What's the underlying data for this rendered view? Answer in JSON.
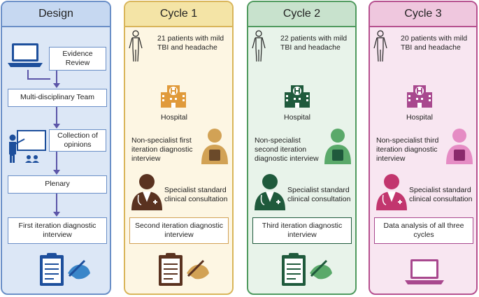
{
  "design": {
    "title": "Design",
    "steps": {
      "evidence_review": "Evidence Review",
      "team": "Multi-disciplinary Team",
      "opinions": "Collection of opinions",
      "plenary": "Plenary",
      "first_iteration": "First iteration diagnostic interview"
    }
  },
  "cycles": [
    {
      "title": "Cycle 1",
      "patients": "21 patients with mild TBI and headache",
      "hospital": "Hospital",
      "nonspecialist": "Non-specialist first iteration diagnostic interview",
      "specialist": "Specialist standard clinical consultation",
      "result": "Second iteration diagnostic interview",
      "accent": "#d2a255"
    },
    {
      "title": "Cycle 2",
      "patients": "22 patients with mild TBI and headache",
      "hospital": "Hospital",
      "nonspecialist": "Non-specialist second iteration diagnostic interview",
      "specialist": "Specialist standard clinical consultation",
      "result": "Third iteration diagnostic interview",
      "accent": "#5aa96a"
    },
    {
      "title": "Cycle 3",
      "patients": "20 patients with mild TBI and headache",
      "hospital": "Hospital",
      "nonspecialist": "Non-specialist third iteration diagnostic interview",
      "specialist": "Specialist standard clinical consultation",
      "result": "Data analysis of all three cycles",
      "accent": "#a8488e"
    }
  ],
  "colors": {
    "design_bg": "#dce7f6",
    "design_border": "#6a8fc7",
    "cycle1_bg": "#fdf6e3",
    "cycle1_border": "#d9b55a",
    "cycle2_bg": "#e8f3ea",
    "cycle2_border": "#4f9a5e",
    "cycle3_bg": "#f8e6f1",
    "cycle3_border": "#b6508f"
  }
}
